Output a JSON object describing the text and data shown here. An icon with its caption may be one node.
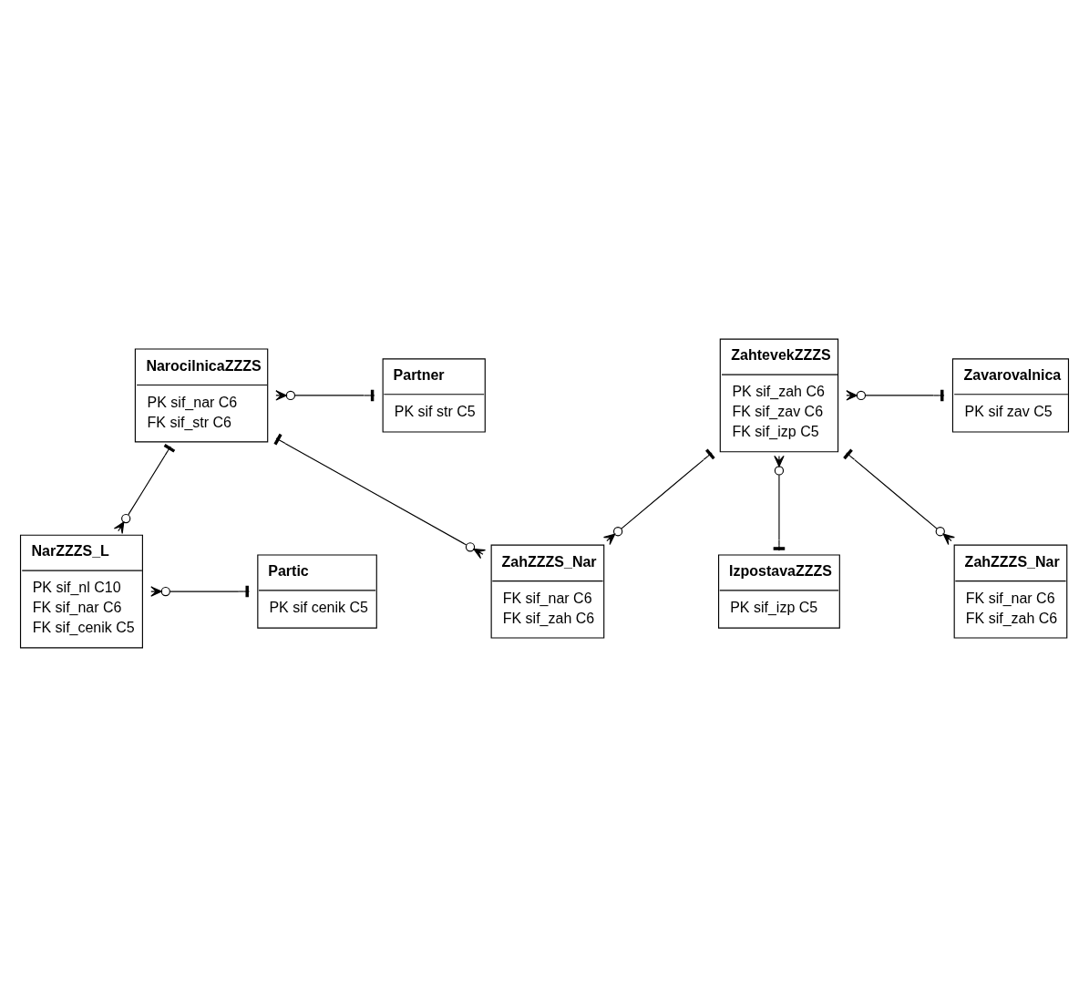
{
  "diagram": {
    "nodes": [
      {
        "text": [
          "NarocilnicaZZZS",
          "PK sif_nar C6",
          "FK sif_str C6"
        ]
      },
      {
        "text": [
          "Partner",
          "PK sif str C5"
        ]
      },
      {
        "text": [
          "NarZZZS_L",
          "PK sif_nl C10",
          "FK sif_nar C6",
          "FK sif_cenik C5"
        ]
      },
      {
        "text": [
          "Partic",
          "PK sif cenik C5"
        ]
      },
      {
        "text": [
          "ZahtevekZZZS",
          "PK sif_zah C6",
          "FK sif_zav C6",
          "FK sif_izp C5"
        ]
      },
      {
        "text": [
          "Zavarovalnica",
          "PK sif zav C5"
        ]
      },
      {
        "text": [
          "IzpostavaZZZS",
          "PK sif_izp C5"
        ]
      },
      {
        "text": [
          "ZahZZZS_Nar",
          "FK sif_nar C6",
          "FK sif_zah C6"
        ]
      },
      {
        "text": [
          "ZahZZZS_Nar",
          "FK sif_nar C6",
          "FK sif_zah C6"
        ]
      }
    ],
    "edges": [
      {
        "from": 1,
        "to": 0,
        "arrow": "other"
      },
      {
        "from": 0,
        "to": 2,
        "arrow": "other"
      },
      {
        "from": 3,
        "to": 2,
        "arrow": "other"
      },
      {
        "from": 0,
        "to": 7,
        "arrow": "other"
      },
      {
        "from": 4,
        "to": 7,
        "arrow": "other"
      },
      {
        "from": 4,
        "to": 8,
        "arrow": "other"
      },
      {
        "from": 5,
        "to": 4,
        "arrow": "other"
      },
      {
        "from": 6,
        "to": 4,
        "arrow": "other"
      }
    ]
  }
}
